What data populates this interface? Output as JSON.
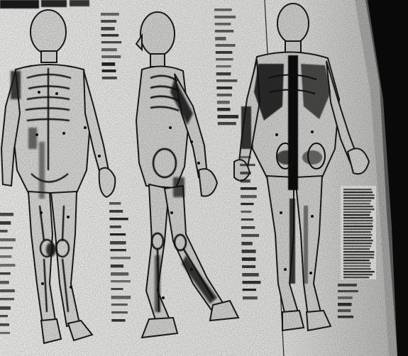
{
  "image": {
    "subject": "anatomy-chart-photo",
    "header_text": "",
    "figures": [
      "front",
      "side",
      "back"
    ],
    "palette": {
      "paper": "#f4f4f2",
      "paper_shadow": "#d9d9d6",
      "ink": "#141414",
      "mid": "#6f6f6f",
      "light": "#b7b7b4",
      "dark_wedge": "#0a0a0a"
    }
  }
}
